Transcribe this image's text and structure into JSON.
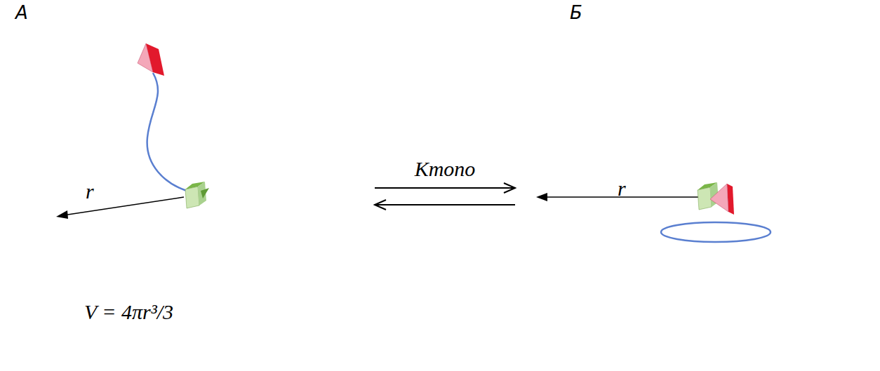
{
  "diagram": {
    "nodes": [
      {
        "text": [
          "А",
          "r",
          "V = 4πr³/3"
        ]
      },
      {
        "text": [
          "Б",
          "r"
        ]
      }
    ],
    "edges": [
      {
        "from": 0,
        "to": 1,
        "label": "Kmono",
        "arrow": "to"
      },
      {
        "from": 1,
        "to": 0,
        "arrow": "to"
      }
    ]
  }
}
